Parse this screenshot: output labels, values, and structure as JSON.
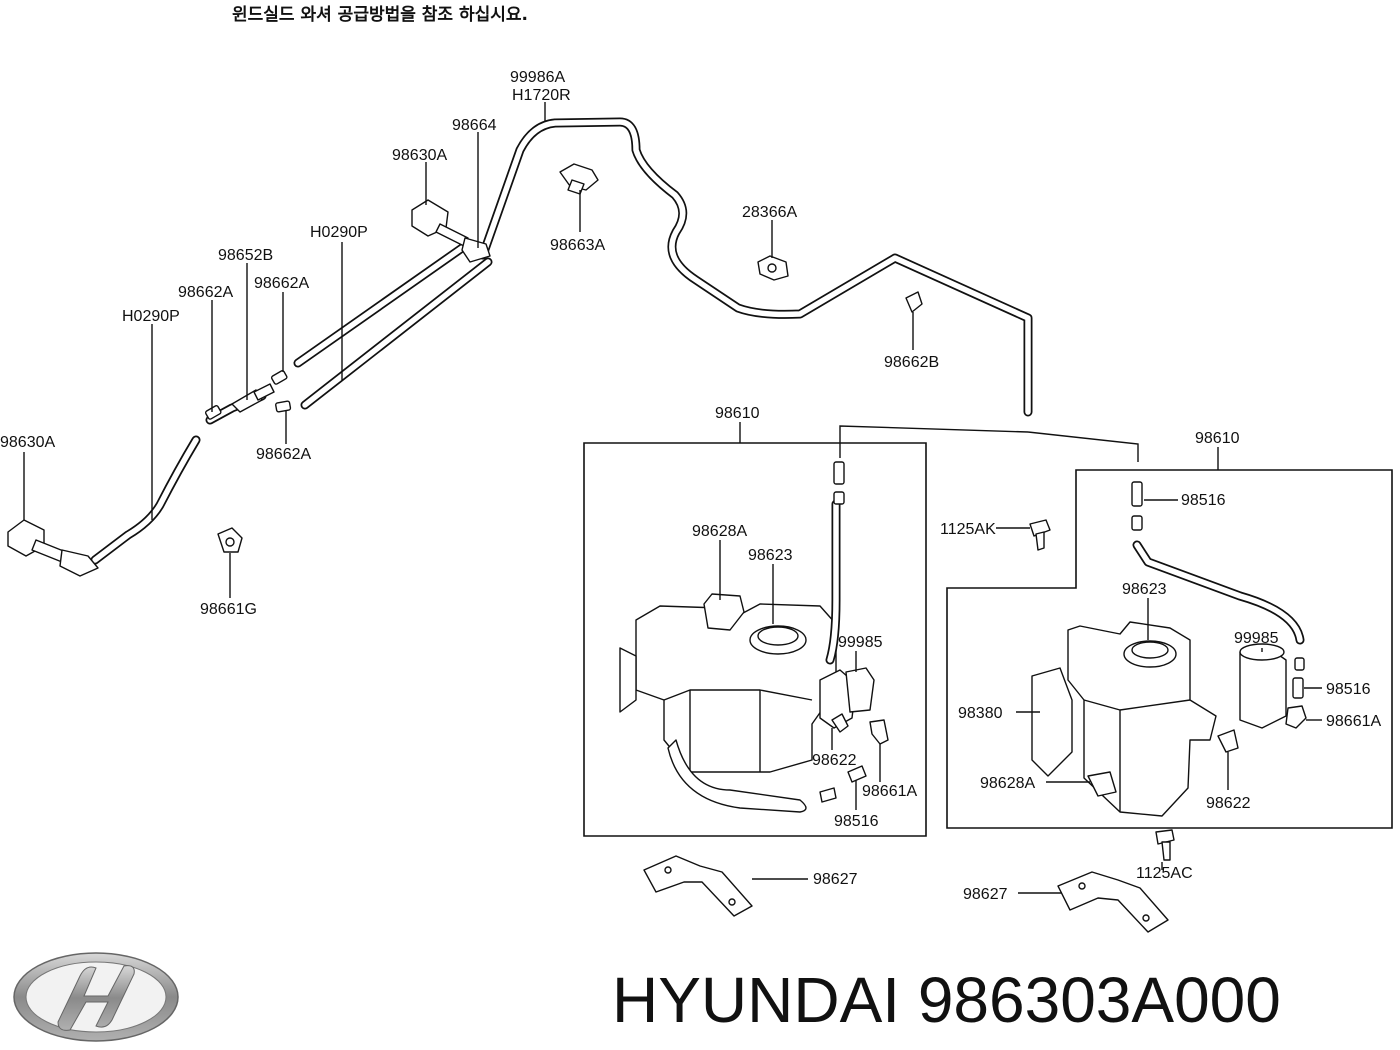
{
  "note": "윈드실드 와셔 공급방법을 참조 하십시요.",
  "labels": {
    "l99986A": "99986A",
    "lH1720R": "H1720R",
    "l98664": "98664",
    "l98630A_top": "98630A",
    "l98663A": "98663A",
    "l28366A": "28366A",
    "lH0290P_right": "H0290P",
    "l98652B": "98652B",
    "l98662A_1": "98662A",
    "l98662A_2": "98662A",
    "lH0290P_left": "H0290P",
    "l98662A_3": "98662A",
    "l98630A_left": "98630A",
    "l98661G": "98661G",
    "l98662B": "98662B",
    "l98610_left": "98610",
    "l98610_right": "98610",
    "l98628A_left": "98628A",
    "l98623_left": "98623",
    "l99985_left": "99985",
    "l98622_left": "98622",
    "l98661A_left": "98661A",
    "l98516_left": "98516",
    "l98627_left": "98627",
    "l98516_top": "98516",
    "l1125AK": "1125AK",
    "l98623_right": "98623",
    "l99985_right": "99985",
    "l98516_right": "98516",
    "l98661A_right": "98661A",
    "l98380": "98380",
    "l98628A_right": "98628A",
    "l98622_right": "98622",
    "l1125AC": "1125AC",
    "l98627_right": "98627"
  },
  "brand": {
    "text": "HYUNDAI 986303A000",
    "logo_icon": "hyundai-logo"
  }
}
